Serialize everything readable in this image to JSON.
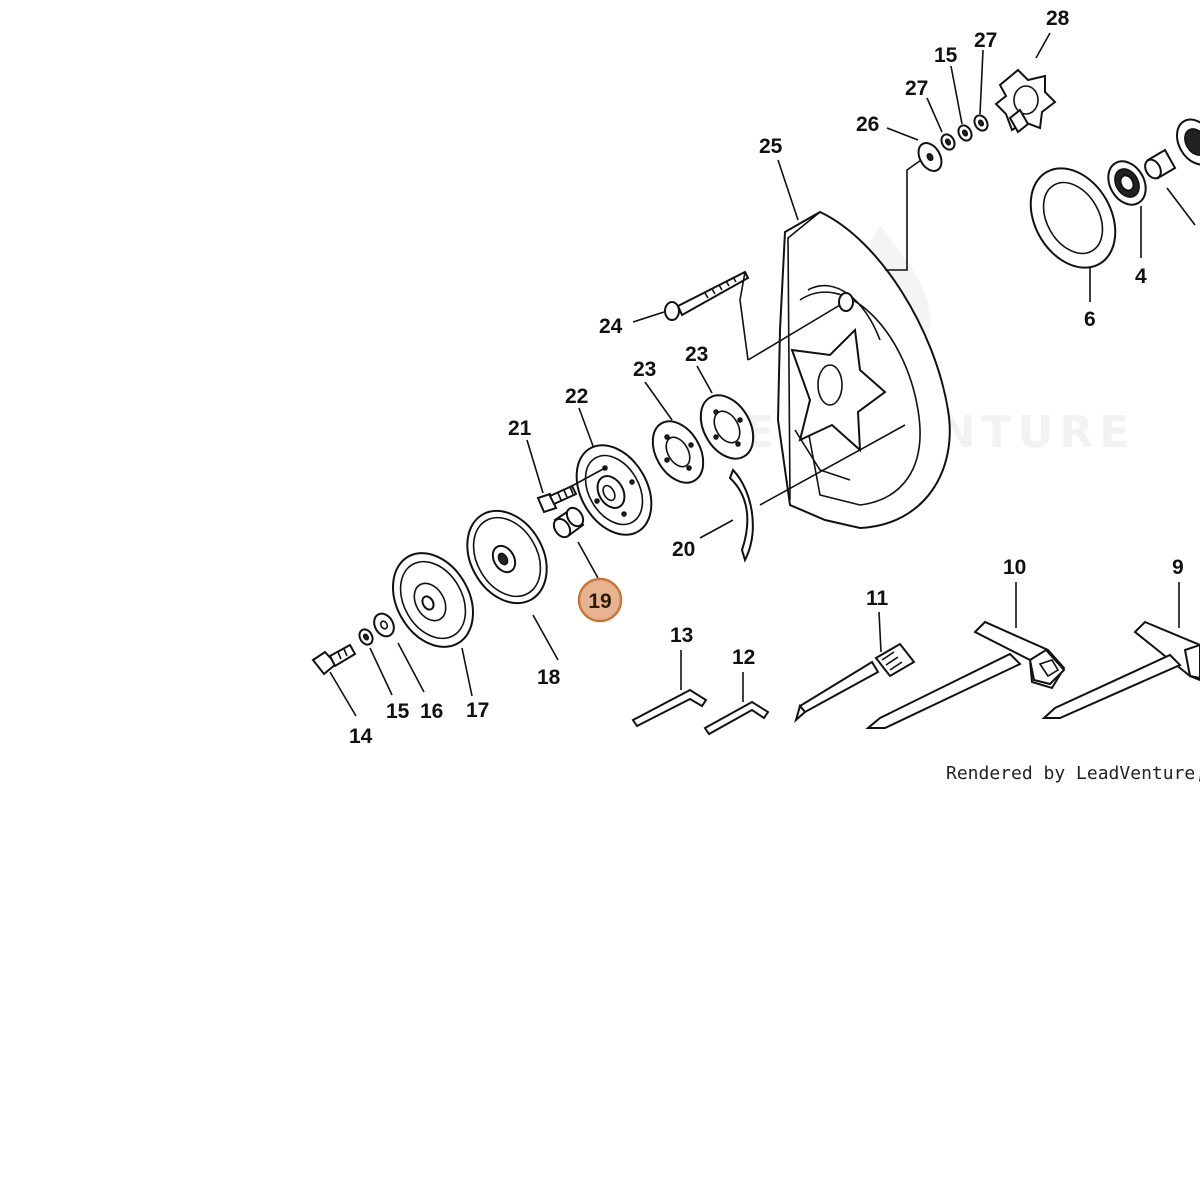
{
  "diagram": {
    "callouts": [
      {
        "id": "28",
        "label": "28"
      },
      {
        "id": "27a",
        "label": "27"
      },
      {
        "id": "15a",
        "label": "15"
      },
      {
        "id": "27b",
        "label": "27"
      },
      {
        "id": "26",
        "label": "26"
      },
      {
        "id": "25",
        "label": "25"
      },
      {
        "id": "24",
        "label": "24"
      },
      {
        "id": "23a",
        "label": "23"
      },
      {
        "id": "23b",
        "label": "23"
      },
      {
        "id": "22",
        "label": "22"
      },
      {
        "id": "21",
        "label": "21"
      },
      {
        "id": "20",
        "label": "20"
      },
      {
        "id": "18",
        "label": "18"
      },
      {
        "id": "17",
        "label": "17"
      },
      {
        "id": "16",
        "label": "16"
      },
      {
        "id": "15b",
        "label": "15"
      },
      {
        "id": "14",
        "label": "14"
      },
      {
        "id": "13",
        "label": "13"
      },
      {
        "id": "12",
        "label": "12"
      },
      {
        "id": "11",
        "label": "11"
      },
      {
        "id": "10",
        "label": "10"
      },
      {
        "id": "9",
        "label": "9"
      },
      {
        "id": "6",
        "label": "6"
      },
      {
        "id": "4",
        "label": "4"
      }
    ],
    "highlight": {
      "label": "19",
      "fill": "#e8b48f",
      "stroke": "#c8763c"
    },
    "watermark": "LEADVENTURE",
    "credit": "Rendered by LeadVenture, Inc."
  }
}
